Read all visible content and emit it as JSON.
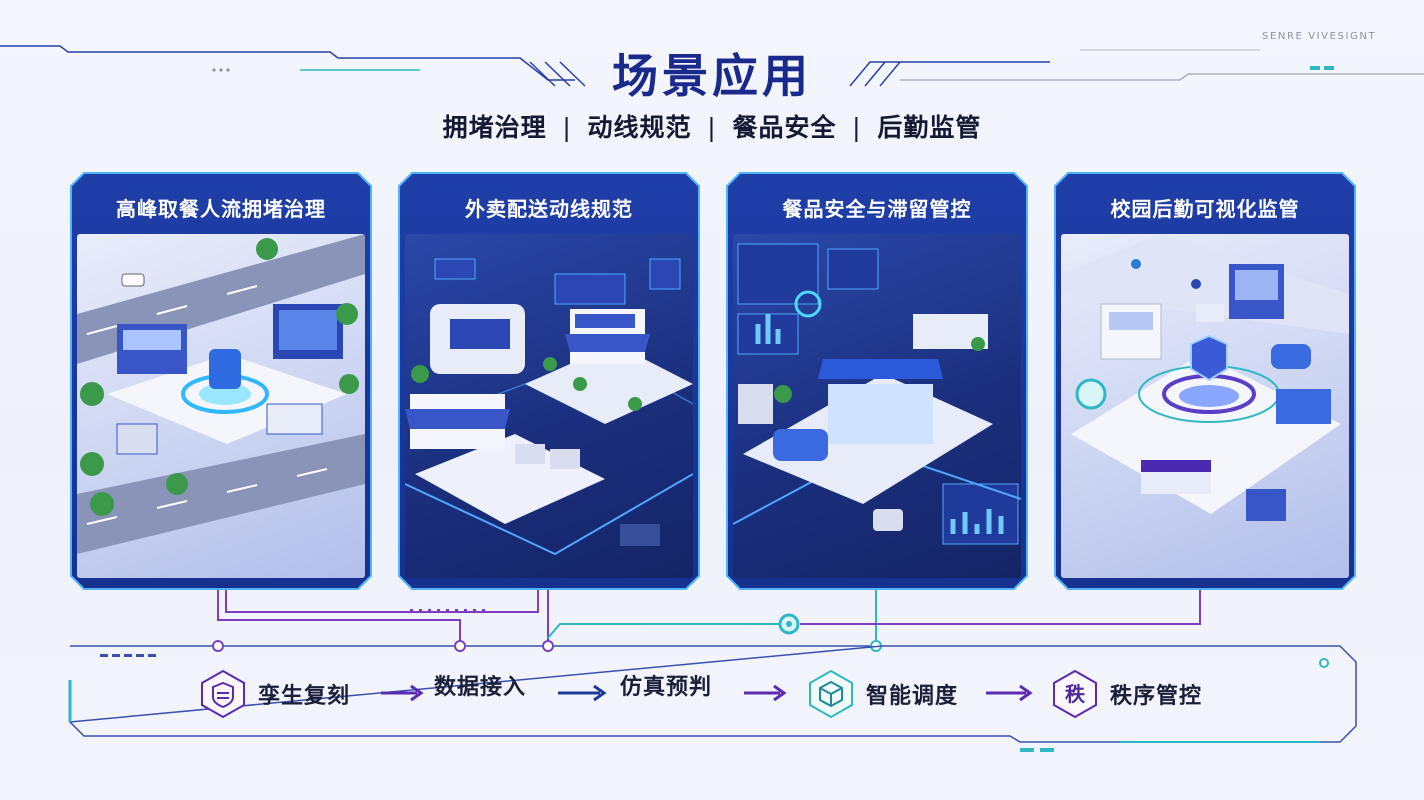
{
  "header": {
    "watermark": "SENRE VIVESIGNT",
    "title": "场景应用",
    "subtitle_items": [
      "拥堵治理",
      "动线规范",
      "餐品安全",
      "后勤监管"
    ],
    "separator": "|"
  },
  "cards": [
    {
      "title": "高峰取餐人流拥堵治理",
      "theme": "light",
      "scene": "traffic-hub-scene"
    },
    {
      "title": "外卖配送动线规范",
      "theme": "dark",
      "scene": "delivery-stores-scene"
    },
    {
      "title": "餐品安全与滞留管控",
      "theme": "dark",
      "scene": "food-safety-scene"
    },
    {
      "title": "校园后勤可视化监管",
      "theme": "light",
      "scene": "campus-logistics-scene"
    }
  ],
  "flow": {
    "steps": [
      {
        "label": "孪生复刻",
        "icon": "twin-shield-icon"
      },
      {
        "label": "数据接入",
        "icon": ""
      },
      {
        "label": "仿真预判",
        "icon": ""
      },
      {
        "label": "智能调度",
        "icon": "dispatch-cube-icon"
      },
      {
        "label": "秩序管控",
        "icon": "order-seal-icon",
        "icon_glyph": "秩"
      }
    ],
    "arrow_icon": "right-arrow-icon"
  },
  "colors": {
    "title": "#1a2a8c",
    "card_bg": "#1f3ea8",
    "card_border": "#4fb3ff",
    "circuit_purple": "#7a3fc4",
    "circuit_teal": "#2fb8c4",
    "arrow_purple": "#5a2ab0",
    "arrow_blue": "#1c3a9a"
  }
}
